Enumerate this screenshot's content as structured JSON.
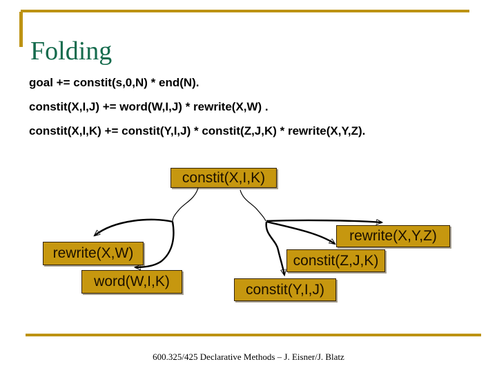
{
  "colors": {
    "gold": "#BD9313",
    "box_fill": "#C6970F",
    "title_green": "#156B4D",
    "text_black": "#000000"
  },
  "title": "Folding",
  "code_lines": [
    "goal += constit(s,0,N) * end(N).",
    "constit(X,I,J) += word(W,I,J) * rewrite(X,W) .",
    "constit(X,I,K) += constit(Y,I,J) * constit(Z,J,K) * rewrite(X,Y,Z)."
  ],
  "diagram": {
    "boxes": [
      {
        "id": "constit-xik",
        "label": "constit(X,I,K)"
      },
      {
        "id": "rewrite-xw",
        "label": "rewrite(X,W)"
      },
      {
        "id": "word-wik",
        "label": "word(W,I,K)"
      },
      {
        "id": "rewrite-xyz",
        "label": "rewrite(X,Y,Z)"
      },
      {
        "id": "constit-zjk",
        "label": "constit(Z,J,K)"
      },
      {
        "id": "constit-yij",
        "label": "constit(Y,I,J)"
      }
    ]
  },
  "footer": "600.325/425 Declarative Methods – J. Eisner/J. Blatz"
}
